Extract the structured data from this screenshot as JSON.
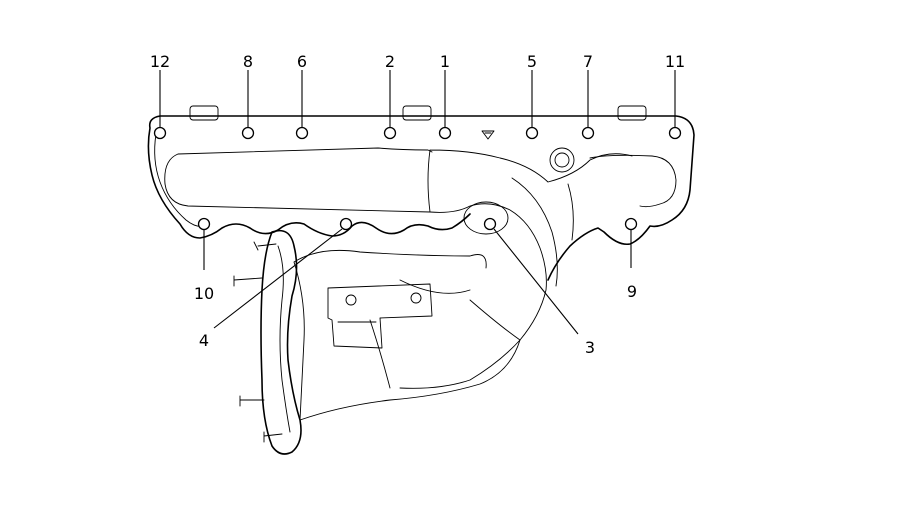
{
  "diagram": {
    "callouts": [
      "12",
      "8",
      "6",
      "2",
      "1",
      "5",
      "7",
      "11",
      "10",
      "4",
      "3",
      "9"
    ]
  }
}
